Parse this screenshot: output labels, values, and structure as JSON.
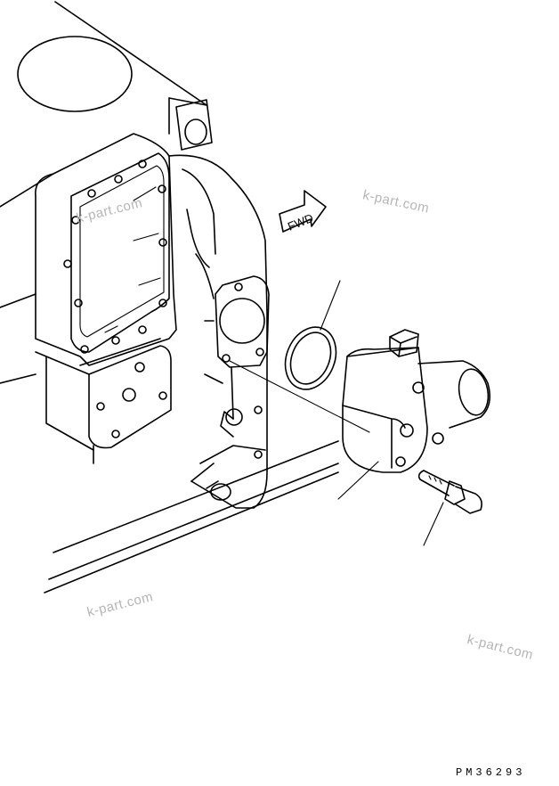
{
  "direction_label": "FWD",
  "watermark_text": "k-part.com",
  "drawing_code": "PM36293",
  "colors": {
    "line": "#000000",
    "watermark": "#b5b5b5",
    "background": "#ffffff"
  }
}
